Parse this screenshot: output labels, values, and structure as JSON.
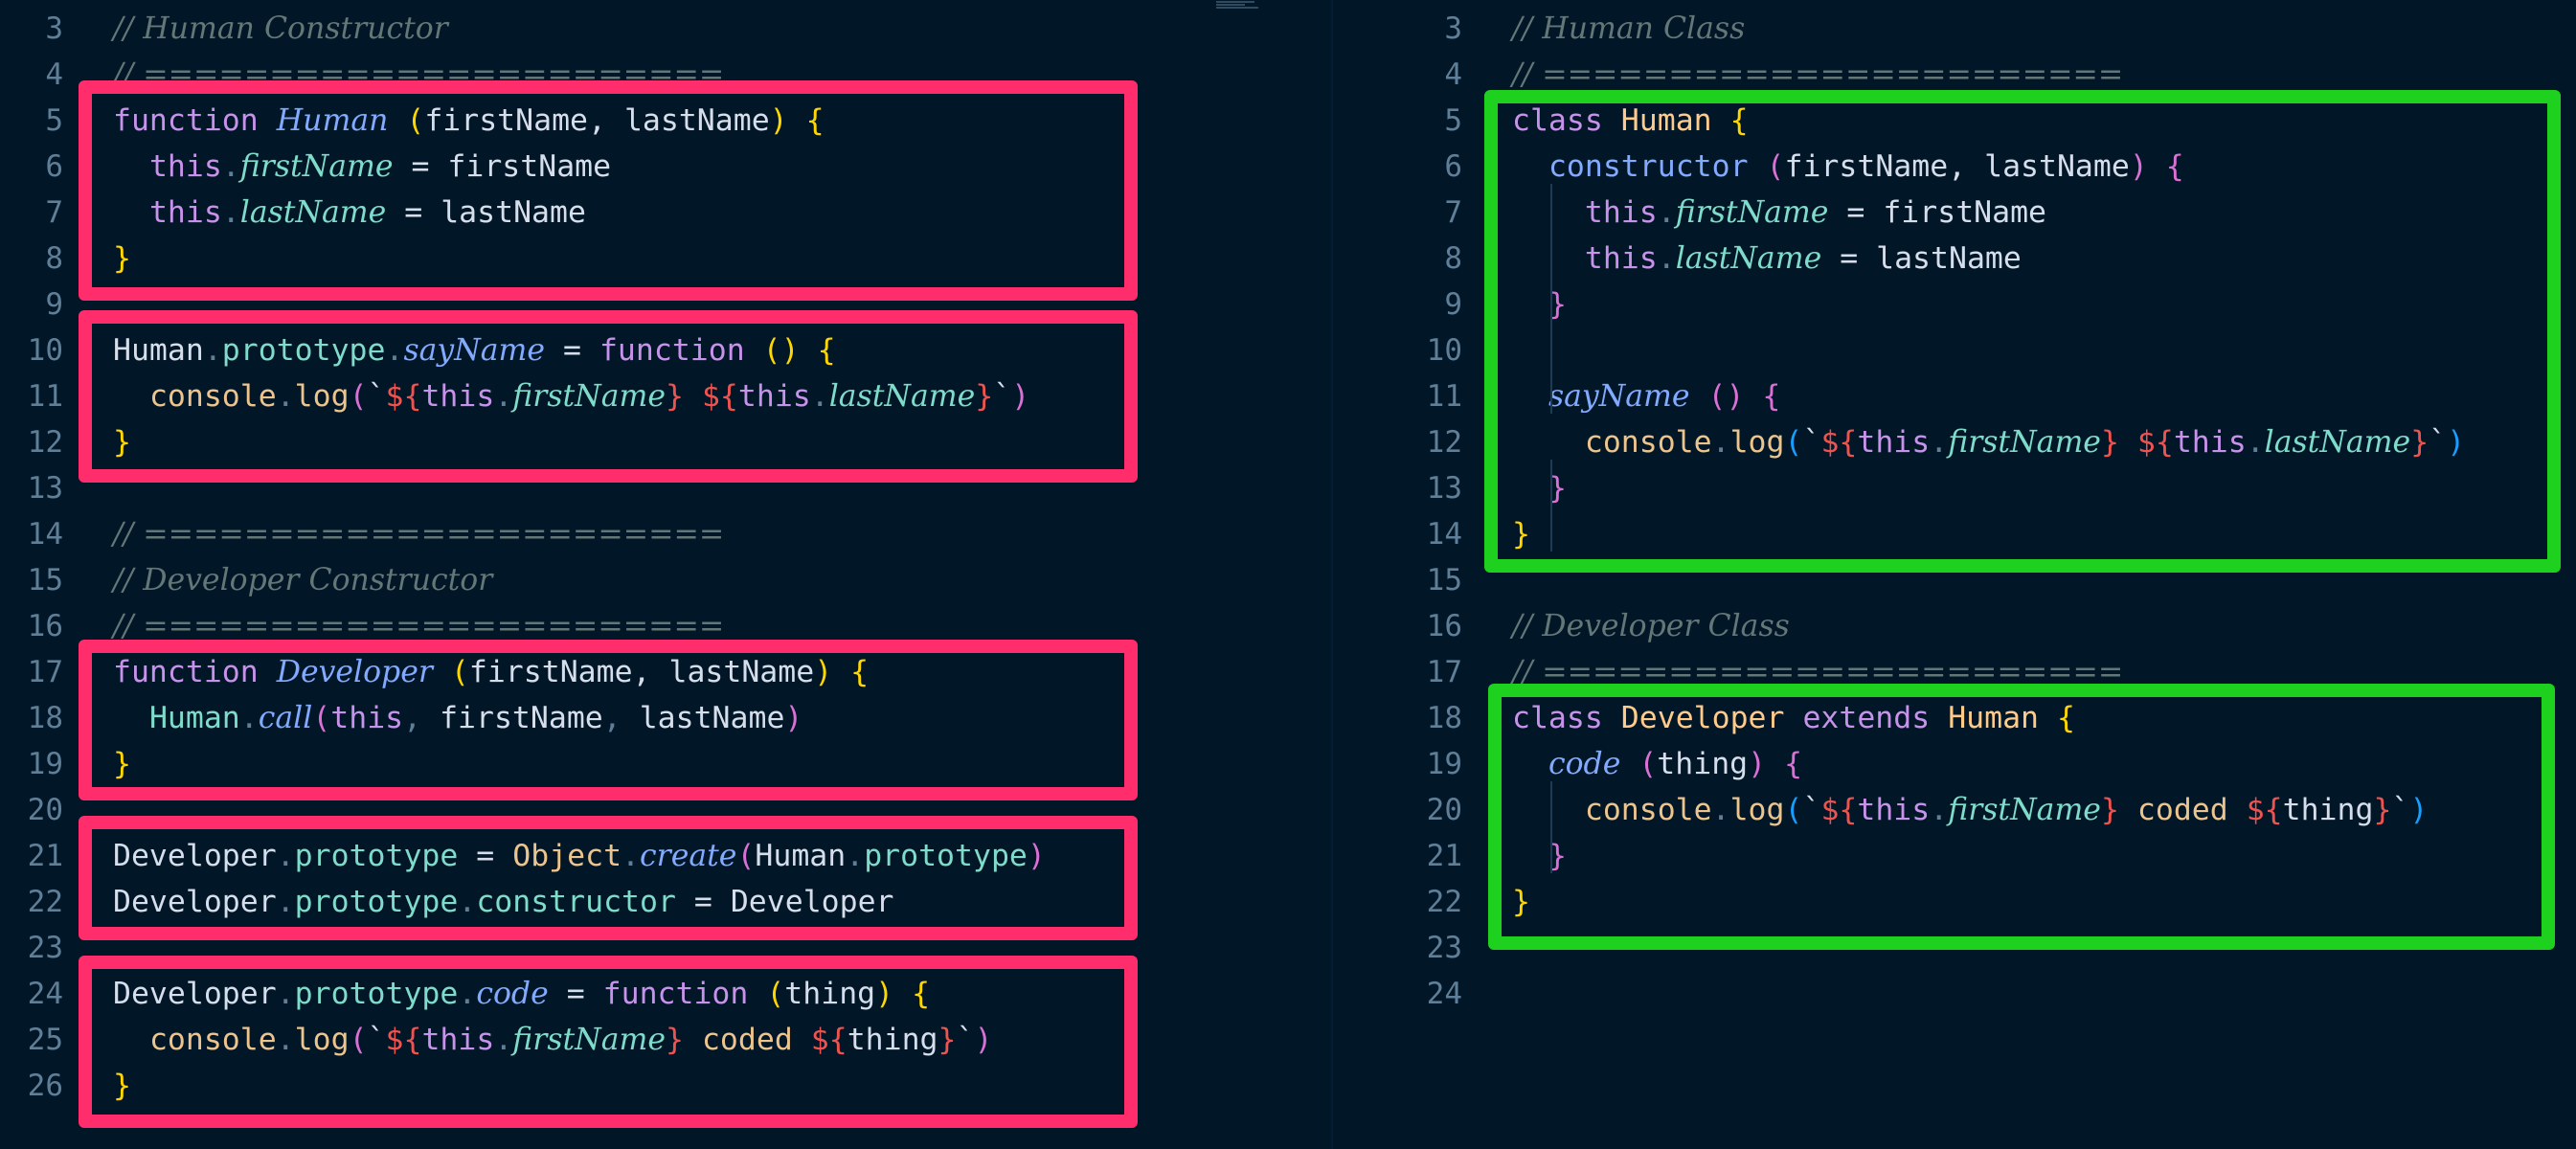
{
  "left": {
    "lines": [
      {
        "n": "3",
        "parts": [
          [
            "comment",
            "// Human Constructor"
          ]
        ]
      },
      {
        "n": "4",
        "parts": [
          [
            "comment",
            "// ======================="
          ]
        ]
      },
      {
        "n": "5",
        "parts": [
          [
            "kw",
            "function "
          ],
          [
            "fn",
            "Human"
          ],
          [
            "txt",
            " "
          ],
          [
            "brace",
            "("
          ],
          [
            "txt",
            "firstName, lastName"
          ],
          [
            "brace",
            ")"
          ],
          [
            "txt",
            " "
          ],
          [
            "brace",
            "{"
          ]
        ]
      },
      {
        "n": "6",
        "parts": [
          [
            "txt",
            "  "
          ],
          [
            "kw",
            "this"
          ],
          [
            "dim",
            "."
          ],
          [
            "prop",
            "firstName"
          ],
          [
            "txt",
            " = firstName"
          ]
        ]
      },
      {
        "n": "7",
        "parts": [
          [
            "txt",
            "  "
          ],
          [
            "kw",
            "this"
          ],
          [
            "dim",
            "."
          ],
          [
            "prop",
            "lastName"
          ],
          [
            "txt",
            " = lastName"
          ]
        ]
      },
      {
        "n": "8",
        "parts": [
          [
            "brace",
            "}"
          ]
        ]
      },
      {
        "n": "9",
        "parts": []
      },
      {
        "n": "10",
        "parts": [
          [
            "txt",
            "Human"
          ],
          [
            "dim",
            "."
          ],
          [
            "prop2",
            "prototype"
          ],
          [
            "dim",
            "."
          ],
          [
            "fn",
            "sayName"
          ],
          [
            "txt",
            " = "
          ],
          [
            "kw",
            "function"
          ],
          [
            "txt",
            " "
          ],
          [
            "brace",
            "("
          ],
          [
            "brace",
            ")"
          ],
          [
            "txt",
            " "
          ],
          [
            "brace",
            "{"
          ]
        ]
      },
      {
        "n": "11",
        "parts": [
          [
            "txt",
            "  "
          ],
          [
            "str",
            "console"
          ],
          [
            "dim",
            "."
          ],
          [
            "str",
            "log"
          ],
          [
            "brace2",
            "("
          ],
          [
            "tick",
            "`"
          ],
          [
            "tpl",
            "${"
          ],
          [
            "kw",
            "this"
          ],
          [
            "dim",
            "."
          ],
          [
            "prop",
            "firstName"
          ],
          [
            "tpl",
            "}"
          ],
          [
            "txt",
            " "
          ],
          [
            "tpl",
            "${"
          ],
          [
            "kw",
            "this"
          ],
          [
            "dim",
            "."
          ],
          [
            "prop",
            "lastName"
          ],
          [
            "tpl",
            "}"
          ],
          [
            "tick",
            "`"
          ],
          [
            "brace2",
            ")"
          ]
        ]
      },
      {
        "n": "12",
        "parts": [
          [
            "brace",
            "}"
          ]
        ]
      },
      {
        "n": "13",
        "parts": []
      },
      {
        "n": "14",
        "parts": [
          [
            "comment",
            "// ======================="
          ]
        ]
      },
      {
        "n": "15",
        "parts": [
          [
            "comment",
            "// Developer Constructor"
          ]
        ]
      },
      {
        "n": "16",
        "parts": [
          [
            "comment",
            "// ======================="
          ]
        ]
      },
      {
        "n": "17",
        "parts": [
          [
            "kw",
            "function "
          ],
          [
            "fn",
            "Developer"
          ],
          [
            "txt",
            " "
          ],
          [
            "brace",
            "("
          ],
          [
            "txt",
            "firstName, lastName"
          ],
          [
            "brace",
            ")"
          ],
          [
            "txt",
            " "
          ],
          [
            "brace",
            "{"
          ]
        ]
      },
      {
        "n": "18",
        "parts": [
          [
            "txt",
            "  "
          ],
          [
            "prop2",
            "Human"
          ],
          [
            "dim",
            "."
          ],
          [
            "fn",
            "call"
          ],
          [
            "brace2",
            "("
          ],
          [
            "kw",
            "this"
          ],
          [
            "dim",
            ", "
          ],
          [
            "txt",
            "firstName"
          ],
          [
            "dim",
            ", "
          ],
          [
            "txt",
            "lastName"
          ],
          [
            "brace2",
            ")"
          ]
        ]
      },
      {
        "n": "19",
        "parts": [
          [
            "brace",
            "}"
          ]
        ]
      },
      {
        "n": "20",
        "parts": []
      },
      {
        "n": "21",
        "parts": [
          [
            "txt",
            "Developer"
          ],
          [
            "dim",
            "."
          ],
          [
            "prop2",
            "prototype"
          ],
          [
            "txt",
            " = "
          ],
          [
            "str",
            "Object"
          ],
          [
            "dim",
            "."
          ],
          [
            "fn",
            "create"
          ],
          [
            "brace2",
            "("
          ],
          [
            "txt",
            "Human"
          ],
          [
            "dim",
            "."
          ],
          [
            "prop2",
            "prototype"
          ],
          [
            "brace2",
            ")"
          ]
        ]
      },
      {
        "n": "22",
        "parts": [
          [
            "txt",
            "Developer"
          ],
          [
            "dim",
            "."
          ],
          [
            "prop2",
            "prototype"
          ],
          [
            "dim",
            "."
          ],
          [
            "prop2",
            "constructor"
          ],
          [
            "txt",
            " = Developer"
          ]
        ]
      },
      {
        "n": "23",
        "parts": []
      },
      {
        "n": "24",
        "parts": [
          [
            "txt",
            "Developer"
          ],
          [
            "dim",
            "."
          ],
          [
            "prop2",
            "prototype"
          ],
          [
            "dim",
            "."
          ],
          [
            "fn",
            "code"
          ],
          [
            "txt",
            " = "
          ],
          [
            "kw",
            "function"
          ],
          [
            "txt",
            " "
          ],
          [
            "brace",
            "("
          ],
          [
            "txt",
            "thing"
          ],
          [
            "brace",
            ")"
          ],
          [
            "txt",
            " "
          ],
          [
            "brace",
            "{"
          ]
        ]
      },
      {
        "n": "25",
        "parts": [
          [
            "txt",
            "  "
          ],
          [
            "str",
            "console"
          ],
          [
            "dim",
            "."
          ],
          [
            "str",
            "log"
          ],
          [
            "brace2",
            "("
          ],
          [
            "tick",
            "`"
          ],
          [
            "tpl",
            "${"
          ],
          [
            "kw",
            "this"
          ],
          [
            "dim",
            "."
          ],
          [
            "prop",
            "firstName"
          ],
          [
            "tpl",
            "}"
          ],
          [
            "str",
            " coded "
          ],
          [
            "tpl",
            "${"
          ],
          [
            "txt",
            "thing"
          ],
          [
            "tpl",
            "}"
          ],
          [
            "tick",
            "`"
          ],
          [
            "brace2",
            ")"
          ]
        ]
      },
      {
        "n": "26",
        "parts": [
          [
            "brace",
            "}"
          ]
        ]
      }
    ]
  },
  "right": {
    "lines": [
      {
        "n": "3",
        "parts": [
          [
            "comment",
            "// Human Class"
          ]
        ]
      },
      {
        "n": "4",
        "parts": [
          [
            "comment",
            "// ======================="
          ]
        ]
      },
      {
        "n": "5",
        "parts": [
          [
            "kw",
            "class "
          ],
          [
            "cls",
            "Human"
          ],
          [
            "txt",
            " "
          ],
          [
            "brace",
            "{"
          ]
        ]
      },
      {
        "n": "6",
        "parts": [
          [
            "txt",
            "  "
          ],
          [
            "meth",
            "constructor"
          ],
          [
            "txt",
            " "
          ],
          [
            "brace2",
            "("
          ],
          [
            "txt",
            "firstName, lastName"
          ],
          [
            "brace2",
            ")"
          ],
          [
            "txt",
            " "
          ],
          [
            "brace2",
            "{"
          ]
        ]
      },
      {
        "n": "7",
        "parts": [
          [
            "txt",
            "    "
          ],
          [
            "kw",
            "this"
          ],
          [
            "dim",
            "."
          ],
          [
            "prop",
            "firstName"
          ],
          [
            "txt",
            " = firstName"
          ]
        ]
      },
      {
        "n": "8",
        "parts": [
          [
            "txt",
            "    "
          ],
          [
            "kw",
            "this"
          ],
          [
            "dim",
            "."
          ],
          [
            "prop",
            "lastName"
          ],
          [
            "txt",
            " = lastName"
          ]
        ]
      },
      {
        "n": "9",
        "parts": [
          [
            "txt",
            "  "
          ],
          [
            "brace2",
            "}"
          ]
        ]
      },
      {
        "n": "10",
        "parts": []
      },
      {
        "n": "11",
        "parts": [
          [
            "txt",
            "  "
          ],
          [
            "fn",
            "sayName"
          ],
          [
            "txt",
            " "
          ],
          [
            "brace2",
            "("
          ],
          [
            "brace2",
            ")"
          ],
          [
            "txt",
            " "
          ],
          [
            "brace2",
            "{"
          ]
        ]
      },
      {
        "n": "12",
        "parts": [
          [
            "txt",
            "    "
          ],
          [
            "str",
            "console"
          ],
          [
            "dim",
            "."
          ],
          [
            "str",
            "log"
          ],
          [
            "brace3",
            "("
          ],
          [
            "tick",
            "`"
          ],
          [
            "tpl",
            "${"
          ],
          [
            "kw",
            "this"
          ],
          [
            "dim",
            "."
          ],
          [
            "prop",
            "firstName"
          ],
          [
            "tpl",
            "}"
          ],
          [
            "txt",
            " "
          ],
          [
            "tpl",
            "${"
          ],
          [
            "kw",
            "this"
          ],
          [
            "dim",
            "."
          ],
          [
            "prop",
            "lastName"
          ],
          [
            "tpl",
            "}"
          ],
          [
            "tick",
            "`"
          ],
          [
            "brace3",
            ")"
          ]
        ]
      },
      {
        "n": "13",
        "parts": [
          [
            "txt",
            "  "
          ],
          [
            "brace2",
            "}"
          ]
        ]
      },
      {
        "n": "14",
        "parts": [
          [
            "brace",
            "}"
          ]
        ]
      },
      {
        "n": "15",
        "parts": []
      },
      {
        "n": "16",
        "parts": [
          [
            "comment",
            "// Developer Class"
          ]
        ]
      },
      {
        "n": "17",
        "parts": [
          [
            "comment",
            "// ======================="
          ]
        ]
      },
      {
        "n": "18",
        "parts": [
          [
            "kw",
            "class "
          ],
          [
            "cls",
            "Developer"
          ],
          [
            "txt",
            " "
          ],
          [
            "kw",
            "extends"
          ],
          [
            "txt",
            " "
          ],
          [
            "cls",
            "Human"
          ],
          [
            "txt",
            " "
          ],
          [
            "brace",
            "{"
          ]
        ]
      },
      {
        "n": "19",
        "parts": [
          [
            "txt",
            "  "
          ],
          [
            "fn",
            "code"
          ],
          [
            "txt",
            " "
          ],
          [
            "brace2",
            "("
          ],
          [
            "txt",
            "thing"
          ],
          [
            "brace2",
            ")"
          ],
          [
            "txt",
            " "
          ],
          [
            "brace2",
            "{"
          ]
        ]
      },
      {
        "n": "20",
        "parts": [
          [
            "txt",
            "    "
          ],
          [
            "str",
            "console"
          ],
          [
            "dim",
            "."
          ],
          [
            "str",
            "log"
          ],
          [
            "brace3",
            "("
          ],
          [
            "tick",
            "`"
          ],
          [
            "tpl",
            "${"
          ],
          [
            "kw",
            "this"
          ],
          [
            "dim",
            "."
          ],
          [
            "prop",
            "firstName"
          ],
          [
            "tpl",
            "}"
          ],
          [
            "str",
            " coded "
          ],
          [
            "tpl",
            "${"
          ],
          [
            "txt",
            "thing"
          ],
          [
            "tpl",
            "}"
          ],
          [
            "tick",
            "`"
          ],
          [
            "brace3",
            ")"
          ]
        ]
      },
      {
        "n": "21",
        "parts": [
          [
            "txt",
            "  "
          ],
          [
            "brace2",
            "}"
          ]
        ]
      },
      {
        "n": "22",
        "parts": [
          [
            "brace",
            "}"
          ]
        ]
      },
      {
        "n": "23",
        "parts": []
      },
      {
        "n": "24",
        "parts": []
      }
    ]
  },
  "colors": {
    "background": "#011627",
    "highlight_left": "#ff2d6b",
    "highlight_right": "#1ed11e"
  }
}
